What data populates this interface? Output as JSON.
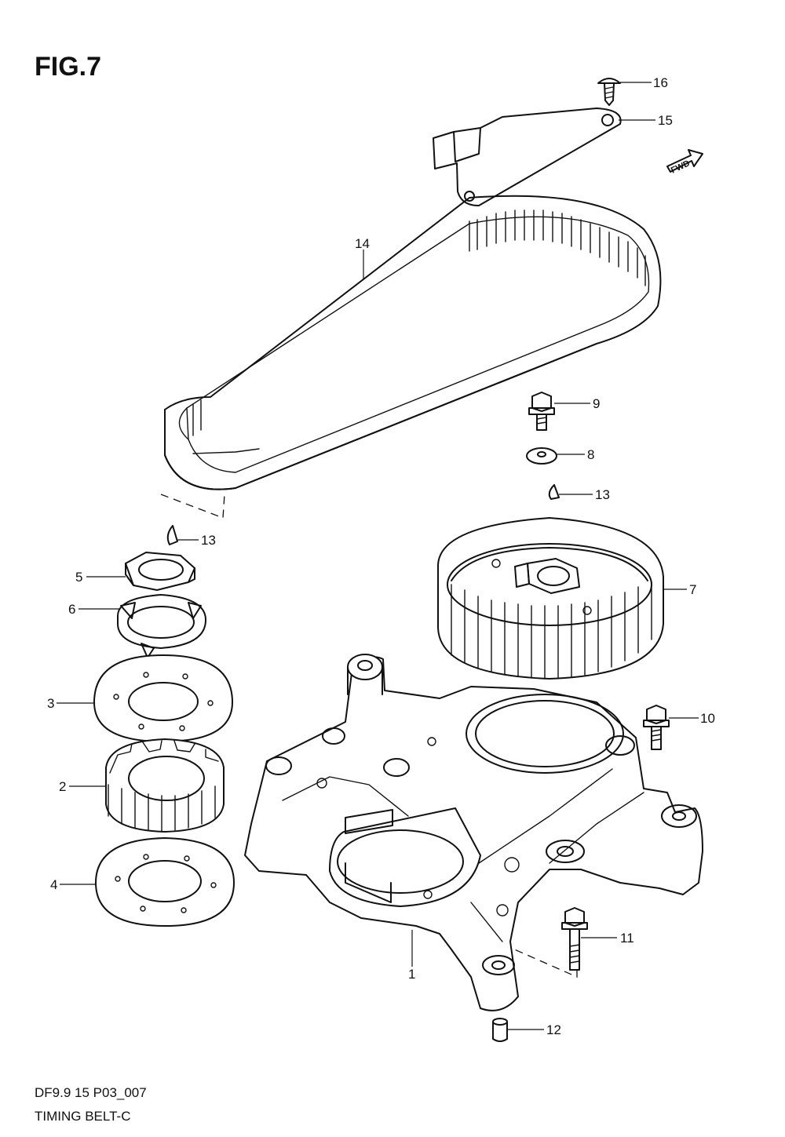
{
  "figure": {
    "title": "FIG.7",
    "model_code": "DF9.9 15 P03_007",
    "caption": "TIMING BELT-C",
    "fwd_badge": "FWD"
  },
  "parts": [
    {
      "id": "1",
      "icon": "timing-cover-plate-icon"
    },
    {
      "id": "2",
      "icon": "crank-sprocket-icon"
    },
    {
      "id": "3",
      "icon": "upper-flange-plate-icon"
    },
    {
      "id": "4",
      "icon": "lower-flange-plate-icon"
    },
    {
      "id": "5",
      "icon": "hex-nut-icon"
    },
    {
      "id": "6",
      "icon": "lock-washer-icon"
    },
    {
      "id": "7",
      "icon": "cam-pulley-icon"
    },
    {
      "id": "8",
      "icon": "flat-washer-icon"
    },
    {
      "id": "9",
      "icon": "flange-bolt-icon"
    },
    {
      "id": "10",
      "icon": "flange-bolt-icon"
    },
    {
      "id": "11",
      "icon": "long-bolt-icon"
    },
    {
      "id": "12",
      "icon": "dowel-pin-icon"
    },
    {
      "id": "13a",
      "label": "13",
      "icon": "woodruff-key-icon"
    },
    {
      "id": "13b",
      "label": "13",
      "icon": "woodruff-key-icon"
    },
    {
      "id": "14",
      "icon": "timing-belt-icon"
    },
    {
      "id": "15",
      "icon": "belt-guard-bracket-icon"
    },
    {
      "id": "16",
      "icon": "screw-icon"
    }
  ]
}
